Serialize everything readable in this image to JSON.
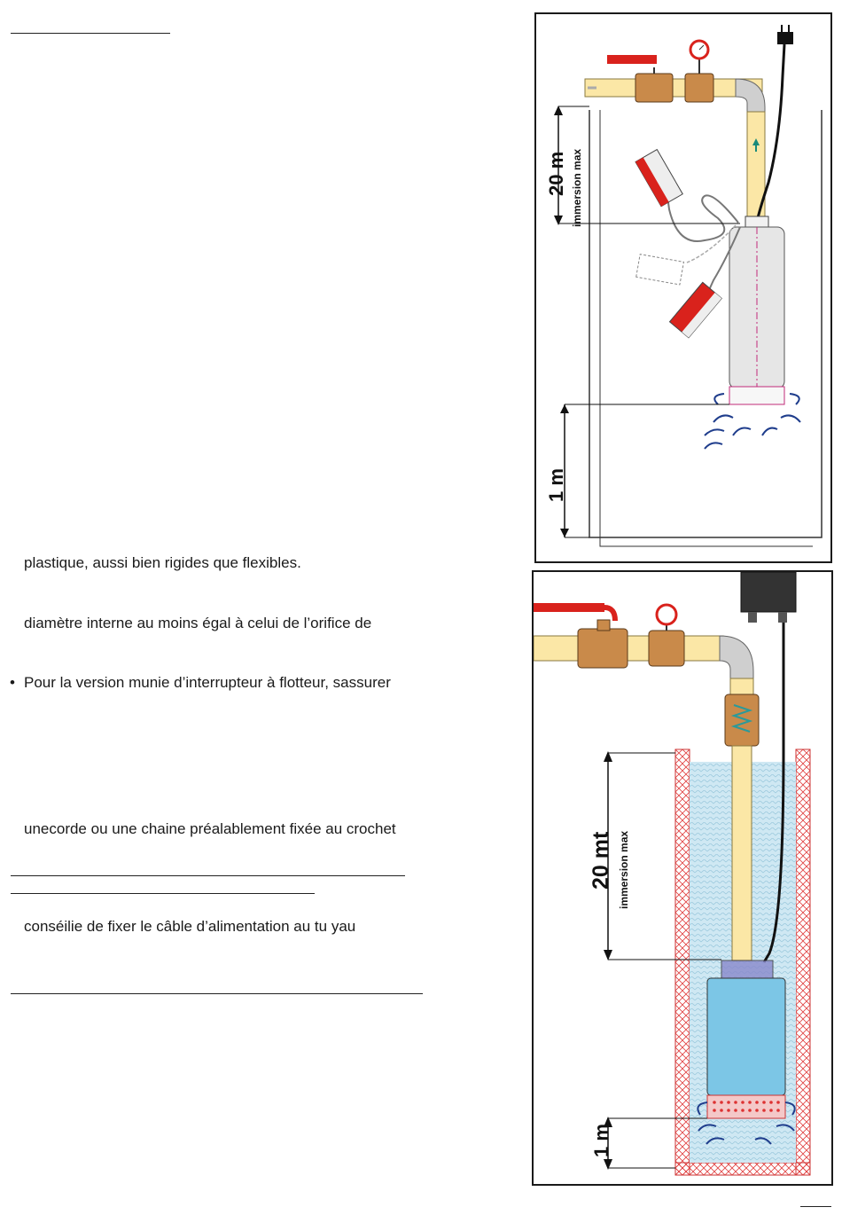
{
  "text": {
    "line_1": "plastique, aussi bien rigides que flexibles.",
    "line_2": "diamètre interne au moins égal à celui de l’orifice de",
    "line_3_bullet": "•",
    "line_3": "Pour la version munie d’interrupteur à flotteur, sassurer",
    "line_4": "unecorde ou une chaine préalablement fixée au crochet",
    "line_5": "conséilie de fixer le câble d’alimentation au tu yau"
  },
  "figure_top": {
    "depth_value": "20 m",
    "depth_caption": "immersion max",
    "bottom_value": "1 m"
  },
  "figure_bottom": {
    "depth_value": "20 mt",
    "depth_caption": "immersion max",
    "bottom_value": "1 m"
  },
  "colors": {
    "pipe": "#fbe7a6",
    "fitting": "#c98a4a",
    "valve_handle": "#d9221c",
    "pump_top": "#e6e6e6",
    "pump_bottom": "#7cc6e6",
    "water": "#cfe8f3",
    "arrow": "#1f3d8c",
    "wall_hatch": "#e04040"
  }
}
